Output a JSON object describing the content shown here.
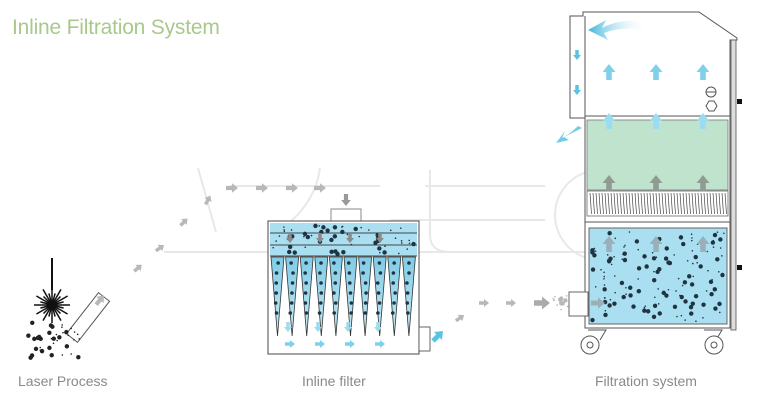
{
  "title": "Inline Filtration System",
  "stages": [
    {
      "id": "laser",
      "label": "Laser Process"
    },
    {
      "id": "inline-filter",
      "label": "Inline filter"
    },
    {
      "id": "filtration-system",
      "label": "Filtration system"
    }
  ],
  "watermark": "A?UTEC",
  "colors": {
    "title": "#a8c98a",
    "caption": "#8a8a8a",
    "water_blue": "#a9dff0",
    "filter_green": "#bfe3cc",
    "flow_arrow_gray": "#b0b0b0",
    "clean_arrow_blue": "#5bc3e0",
    "particle": "#1f3440"
  }
}
